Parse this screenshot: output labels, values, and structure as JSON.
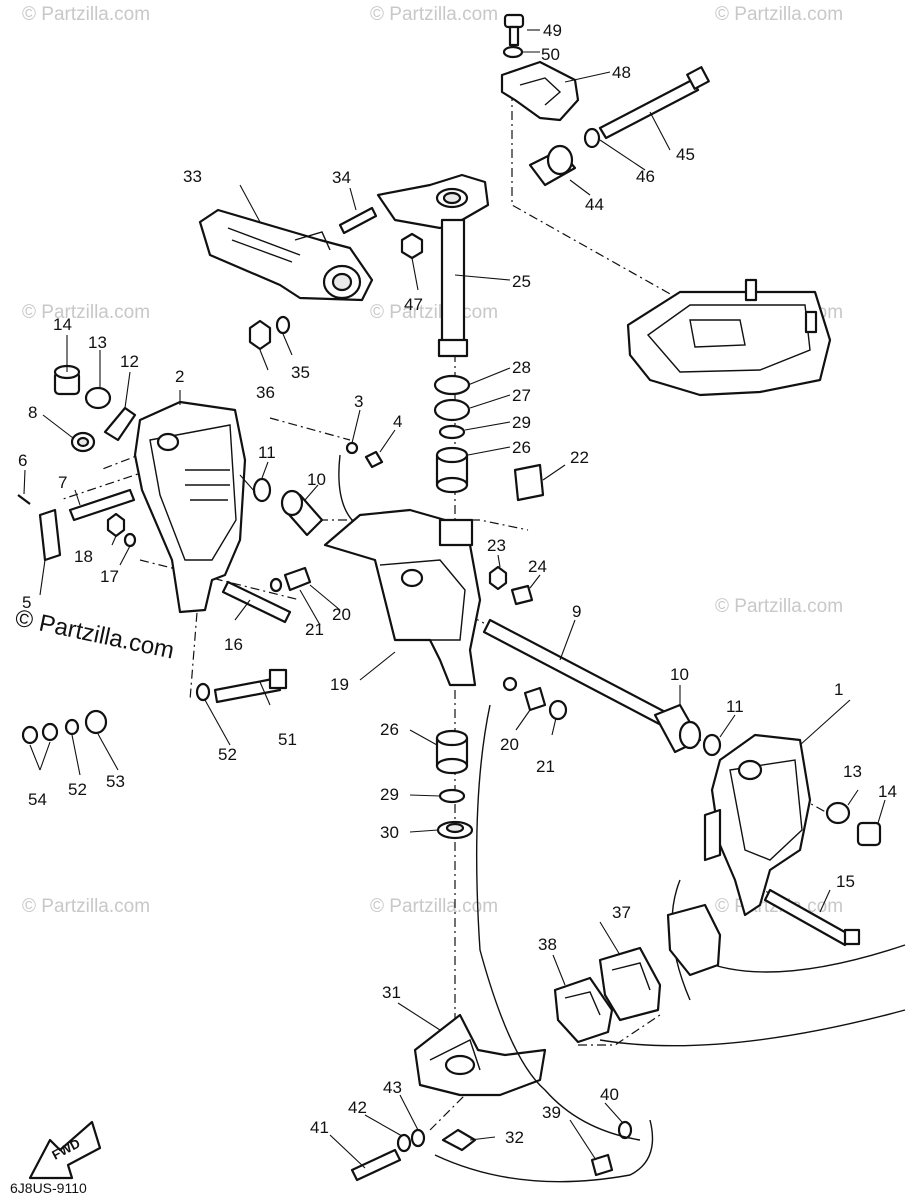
{
  "diagram": {
    "drawing_code": "6J8US-9110",
    "direction_marker": "FWD",
    "watermark": "© Partzilla.com",
    "callouts": [
      "1",
      "2",
      "3",
      "4",
      "5",
      "6",
      "7",
      "8",
      "9",
      "10",
      "10",
      "11",
      "11",
      "12",
      "13",
      "13",
      "14",
      "14",
      "15",
      "16",
      "17",
      "18",
      "19",
      "20",
      "20",
      "21",
      "21",
      "22",
      "23",
      "24",
      "25",
      "26",
      "26",
      "27",
      "28",
      "29",
      "29",
      "30",
      "31",
      "32",
      "33",
      "34",
      "35",
      "36",
      "37",
      "38",
      "39",
      "40",
      "41",
      "42",
      "43",
      "44",
      "45",
      "46",
      "47",
      "48",
      "49",
      "50",
      "51",
      "52",
      "52",
      "53",
      "54"
    ]
  }
}
